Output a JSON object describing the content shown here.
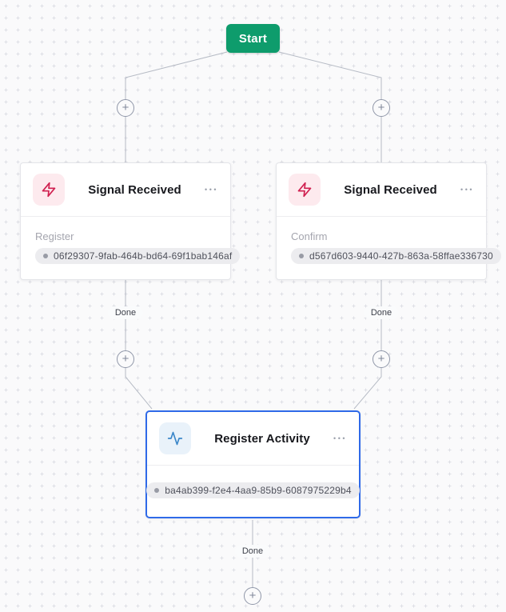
{
  "start": {
    "label": "Start"
  },
  "edges": {
    "labels": [
      "Done",
      "Done",
      "Done"
    ]
  },
  "icons": {
    "plus": "+",
    "menu": "•••"
  },
  "nodes": [
    {
      "type": "signal",
      "title": "Signal Received",
      "subtitle": "Register",
      "id_badge": "06f29307-9fab-464b-bd64-69f1bab146af",
      "icon": "zap-icon",
      "menu_icon": "•••",
      "selected": false
    },
    {
      "type": "signal",
      "title": "Signal Received",
      "subtitle": "Confirm",
      "id_badge": "d567d603-9440-427b-863a-58ffae336730",
      "icon": "zap-icon",
      "menu_icon": "•••",
      "selected": false
    },
    {
      "type": "activity",
      "title": "Register Activity",
      "id_badge": "ba4ab399-f2e4-4aa9-85b9-6087975229b4",
      "icon": "activity-icon",
      "menu_icon": "•••",
      "selected": true
    }
  ],
  "colors": {
    "start_green": "#0e9c6c",
    "selection_blue": "#2f6ae8",
    "zap_red": "#d02050",
    "activity_blue": "#3b87c9",
    "edge_gray": "#b6bbc5",
    "canvas_bg": "#fafafb"
  }
}
